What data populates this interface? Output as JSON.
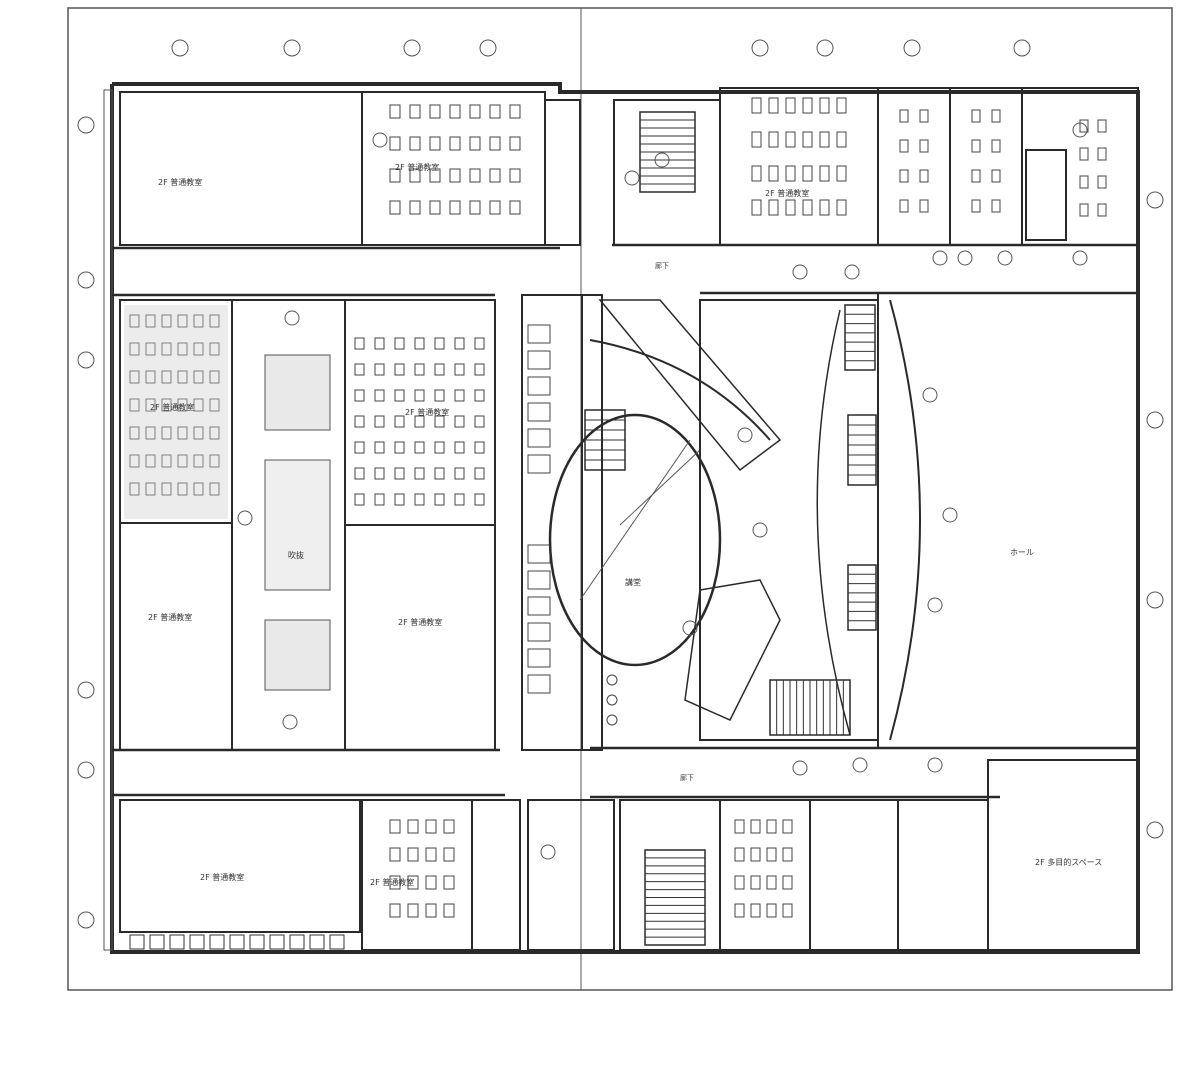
{
  "drawing": {
    "type": "architectural floor plan",
    "line_color": "#2a2a2a",
    "paper_color": "#ffffff"
  },
  "rooms": [
    {
      "key": "r_nw_room",
      "label": "2F 普通教室"
    },
    {
      "key": "r_nw_class",
      "label": "2F 普通教室"
    },
    {
      "key": "r_w_upper",
      "label": "2F 普通教室"
    },
    {
      "key": "r_w_mid",
      "label": "2F 普通教室"
    },
    {
      "key": "r_w_lower",
      "label": "2F 普通教室"
    },
    {
      "key": "r_mid_lower",
      "label": "2F 普通教室"
    },
    {
      "key": "r_sw_room",
      "label": "2F 普通教室"
    },
    {
      "key": "r_sw_class",
      "label": "2F 普通教室"
    },
    {
      "key": "r_ne_class",
      "label": "2F 普通教室"
    },
    {
      "key": "r_east_big",
      "label": "ホール"
    },
    {
      "key": "r_se_big",
      "label": "2F 多目的スペース"
    },
    {
      "key": "r_oval",
      "label": "講堂"
    },
    {
      "key": "r_lightwell",
      "label": "吹抜"
    }
  ],
  "corridor_labels": [
    "廊下",
    "廊下"
  ]
}
